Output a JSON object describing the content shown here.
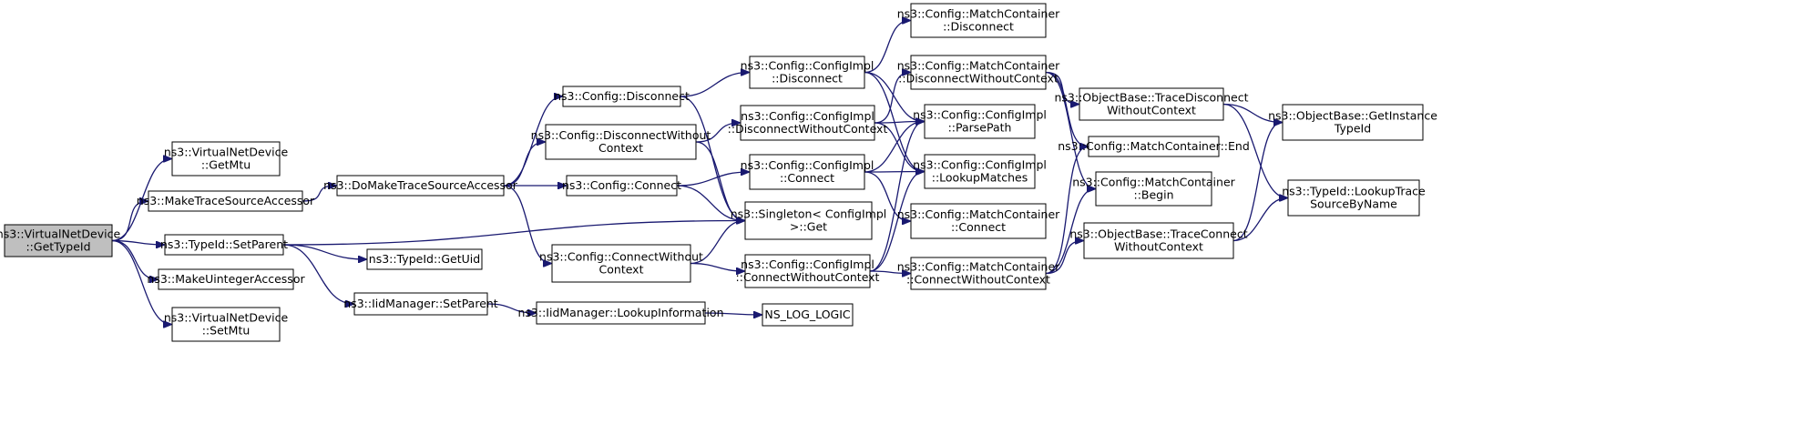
{
  "nodes": [
    {
      "id": "root",
      "lines": [
        "ns3::VirtualNetDevice",
        "::GetTypeId"
      ],
      "root": true
    },
    {
      "id": "getmtu",
      "lines": [
        "ns3::VirtualNetDevice",
        "::GetMtu"
      ]
    },
    {
      "id": "mktsa",
      "lines": [
        "ns3::MakeTraceSourceAccessor"
      ]
    },
    {
      "id": "setparent",
      "lines": [
        "ns3::TypeId::SetParent"
      ]
    },
    {
      "id": "mkuint",
      "lines": [
        "ns3::MakeUintegerAccessor"
      ]
    },
    {
      "id": "setmtu",
      "lines": [
        "ns3::VirtualNetDevice",
        "::SetMtu"
      ]
    },
    {
      "id": "domake",
      "lines": [
        "ns3::DoMakeTraceSourceAccessor"
      ]
    },
    {
      "id": "getuid",
      "lines": [
        "ns3::TypeId::GetUid"
      ]
    },
    {
      "id": "iidsetparent",
      "lines": [
        "ns3::IidManager::SetParent"
      ]
    },
    {
      "id": "cfgdisc",
      "lines": [
        "ns3::Config::Disconnect"
      ]
    },
    {
      "id": "cfgdiscwo",
      "lines": [
        "ns3::Config::DisconnectWithout",
        "Context"
      ]
    },
    {
      "id": "cfgconn",
      "lines": [
        "ns3::Config::Connect"
      ]
    },
    {
      "id": "cfgconnwo",
      "lines": [
        "ns3::Config::ConnectWithout",
        "Context"
      ]
    },
    {
      "id": "lookupinfo",
      "lines": [
        "ns3::IidManager::LookupInformation"
      ]
    },
    {
      "id": "implDisc",
      "lines": [
        "ns3::Config::ConfigImpl",
        "::Disconnect"
      ]
    },
    {
      "id": "implDiscWo",
      "lines": [
        "ns3::Config::ConfigImpl",
        "::DisconnectWithoutContext"
      ]
    },
    {
      "id": "implConn",
      "lines": [
        "ns3::Config::ConfigImpl",
        "::Connect"
      ]
    },
    {
      "id": "singleton",
      "lines": [
        "ns3::Singleton< ConfigImpl",
        " >::Get"
      ]
    },
    {
      "id": "implConnWo",
      "lines": [
        "ns3::Config::ConfigImpl",
        "::ConnectWithoutContext"
      ]
    },
    {
      "id": "nslog",
      "lines": [
        "NS_LOG_LOGIC"
      ]
    },
    {
      "id": "mcDisc",
      "lines": [
        "ns3::Config::MatchContainer",
        "::Disconnect"
      ]
    },
    {
      "id": "mcDiscWo",
      "lines": [
        "ns3::Config::MatchContainer",
        "::DisconnectWithoutContext"
      ]
    },
    {
      "id": "parsepath",
      "lines": [
        "ns3::Config::ConfigImpl",
        "::ParsePath"
      ]
    },
    {
      "id": "lookupmatches",
      "lines": [
        "ns3::Config::ConfigImpl",
        "::LookupMatches"
      ]
    },
    {
      "id": "mcConn",
      "lines": [
        "ns3::Config::MatchContainer",
        "::Connect"
      ]
    },
    {
      "id": "mcConnWo",
      "lines": [
        "ns3::Config::MatchContainer",
        "::ConnectWithoutContext"
      ]
    },
    {
      "id": "obTraceDisc",
      "lines": [
        "ns3::ObjectBase::TraceDisconnect",
        "WithoutContext"
      ]
    },
    {
      "id": "mcEnd",
      "lines": [
        "ns3::Config::MatchContainer::End"
      ]
    },
    {
      "id": "mcBegin",
      "lines": [
        "ns3::Config::MatchContainer",
        "::Begin"
      ]
    },
    {
      "id": "obTraceConn",
      "lines": [
        "ns3::ObjectBase::TraceConnect",
        "WithoutContext"
      ]
    },
    {
      "id": "getinst",
      "lines": [
        "ns3::ObjectBase::GetInstance",
        "TypeId"
      ]
    },
    {
      "id": "lookuptrace",
      "lines": [
        "ns3::TypeId::LookupTrace",
        "SourceByName"
      ]
    }
  ],
  "edges": [
    [
      "root",
      "getmtu"
    ],
    [
      "root",
      "mktsa"
    ],
    [
      "root",
      "setparent"
    ],
    [
      "root",
      "mkuint"
    ],
    [
      "root",
      "setmtu"
    ],
    [
      "mktsa",
      "domake"
    ],
    [
      "setparent",
      "singleton"
    ],
    [
      "setparent",
      "getuid"
    ],
    [
      "setparent",
      "iidsetparent"
    ],
    [
      "domake",
      "cfgdisc"
    ],
    [
      "domake",
      "cfgdiscwo"
    ],
    [
      "domake",
      "cfgconn"
    ],
    [
      "domake",
      "cfgconnwo"
    ],
    [
      "iidsetparent",
      "lookupinfo"
    ],
    [
      "lookupinfo",
      "nslog"
    ],
    [
      "cfgdisc",
      "implDisc"
    ],
    [
      "cfgdisc",
      "singleton"
    ],
    [
      "cfgdiscwo",
      "implDiscWo"
    ],
    [
      "cfgdiscwo",
      "singleton"
    ],
    [
      "cfgconn",
      "implConn"
    ],
    [
      "cfgconn",
      "singleton"
    ],
    [
      "cfgconnwo",
      "implConnWo"
    ],
    [
      "cfgconnwo",
      "singleton"
    ],
    [
      "implDisc",
      "mcDisc"
    ],
    [
      "implDisc",
      "parsepath"
    ],
    [
      "implDisc",
      "lookupmatches"
    ],
    [
      "implDiscWo",
      "mcDiscWo"
    ],
    [
      "implDiscWo",
      "parsepath"
    ],
    [
      "implDiscWo",
      "lookupmatches"
    ],
    [
      "implConn",
      "parsepath"
    ],
    [
      "implConn",
      "lookupmatches"
    ],
    [
      "implConn",
      "mcConn"
    ],
    [
      "implConnWo",
      "parsepath"
    ],
    [
      "implConnWo",
      "lookupmatches"
    ],
    [
      "implConnWo",
      "mcConnWo"
    ],
    [
      "mcDiscWo",
      "obTraceDisc"
    ],
    [
      "mcDiscWo",
      "mcEnd"
    ],
    [
      "mcDiscWo",
      "mcBegin"
    ],
    [
      "mcConnWo",
      "mcEnd"
    ],
    [
      "mcConnWo",
      "mcBegin"
    ],
    [
      "mcConnWo",
      "obTraceConn"
    ],
    [
      "obTraceDisc",
      "getinst"
    ],
    [
      "obTraceDisc",
      "lookuptrace"
    ],
    [
      "obTraceConn",
      "getinst"
    ],
    [
      "obTraceConn",
      "lookuptrace"
    ]
  ]
}
